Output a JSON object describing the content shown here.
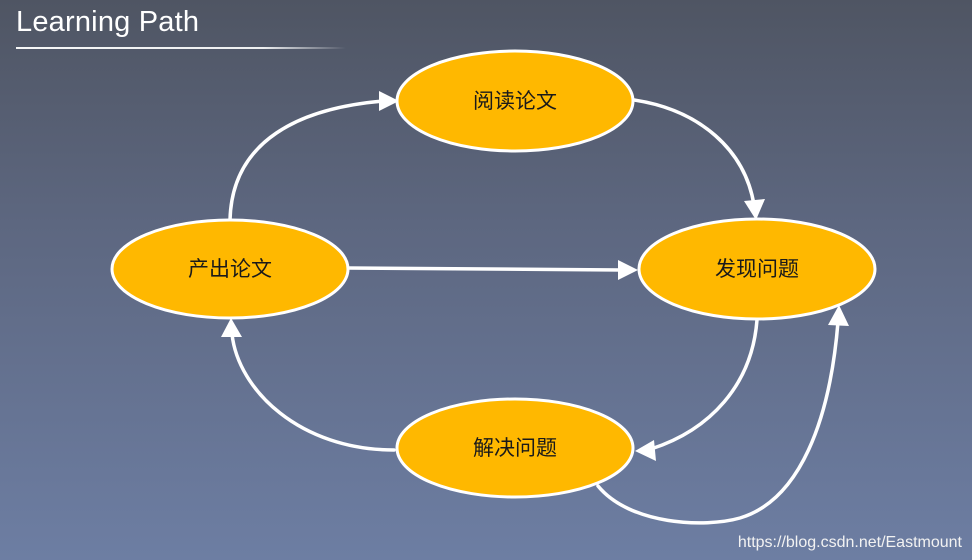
{
  "slide": {
    "title": "Learning Path"
  },
  "diagram": {
    "nodes": {
      "read": {
        "label": "阅读论文"
      },
      "find": {
        "label": "发现问题"
      },
      "solve": {
        "label": "解决问题"
      },
      "output": {
        "label": "产出论文"
      }
    },
    "edges": [
      {
        "from": "output",
        "to": "read"
      },
      {
        "from": "read",
        "to": "find"
      },
      {
        "from": "output",
        "to": "find"
      },
      {
        "from": "find",
        "to": "solve"
      },
      {
        "from": "solve",
        "to": "output"
      },
      {
        "from": "solve",
        "to": "find"
      }
    ]
  },
  "watermark": "https://blog.csdn.net/Eastmount",
  "colors": {
    "node_fill": "#ffb800",
    "node_stroke": "#ffffff",
    "arrow": "#ffffff"
  }
}
